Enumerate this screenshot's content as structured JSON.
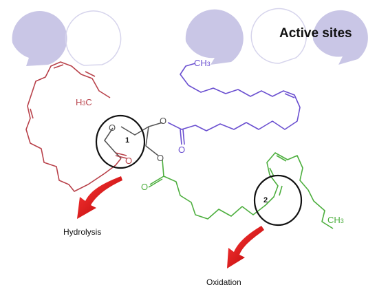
{
  "title": "Active sites",
  "labels": {
    "hydrolysis": "Hydrolysis",
    "oxidation": "Oxidation",
    "site1": "1",
    "site2": "2"
  },
  "atoms": {
    "ch3_top": "CH",
    "ch3_top_sub": "3",
    "h3c_left_h": "H",
    "h3c_left_sub": "3",
    "h3c_left_c": "C",
    "ch3_right": "CH",
    "ch3_right_sub": "3",
    "oxygen": "O"
  },
  "colors": {
    "chain_red": "#b8414a",
    "chain_blue": "#6a4fd0",
    "chain_green": "#4cae3d",
    "glycerol_gray": "#555555",
    "arrow_red": "#d81b1b",
    "bubble_lavender": "#c9c6e6",
    "bubble_outline": "#d6d4ec"
  },
  "icons": [
    "speech-bubble-icon",
    "curved-arrow-icon"
  ]
}
